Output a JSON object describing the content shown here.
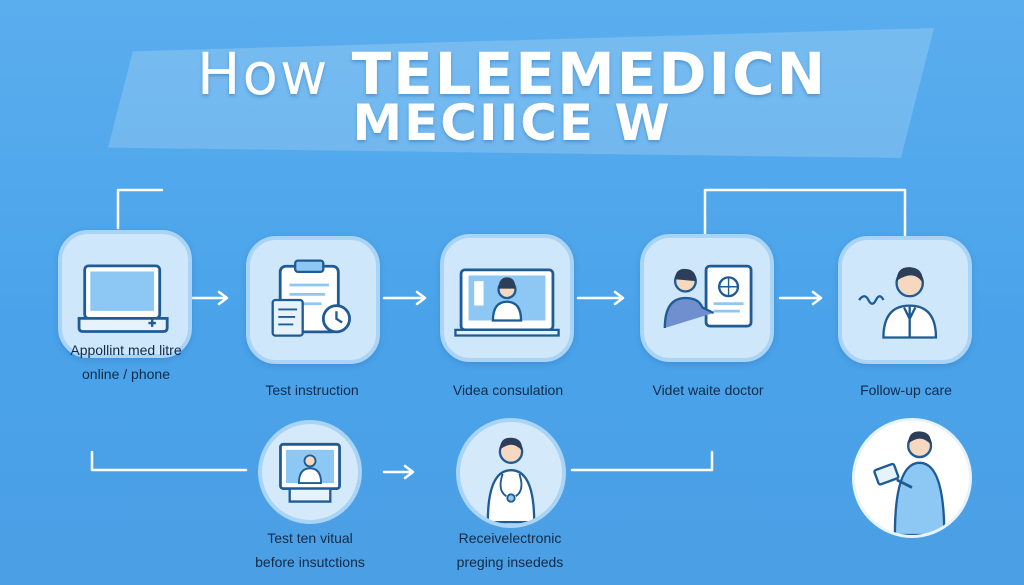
{
  "title": {
    "line1_prefix": "How",
    "line1_main": "TELEEMEDICN",
    "line2": "MECIICE W"
  },
  "steps": [
    {
      "label_line1": "Appollint med litre",
      "label_line2": "online / phone",
      "icon": "laptop-icon"
    },
    {
      "label_line1": "Test instruction",
      "icon": "clipboard-icon"
    },
    {
      "label_line1": "Videa consulation",
      "icon": "video-call-icon"
    },
    {
      "label_line1": "Videt waite doctor",
      "icon": "patient-document-icon"
    },
    {
      "label_line1": "Follow-up care",
      "icon": "doctor-icon"
    }
  ],
  "bottom_steps": [
    {
      "label_line1": "Test ten vitual",
      "label_line2": "before insutctions",
      "icon": "monitor-doctor-icon"
    },
    {
      "label_line1": "Receivelectronic",
      "label_line2": "preging insededs",
      "icon": "doctor-stethoscope-icon"
    },
    {
      "icon": "doctor-tablet-icon"
    }
  ],
  "colors": {
    "background": "#4aa3ea",
    "card": "#cfe7fa",
    "icon_stroke": "#1f5b94",
    "label_text": "#0f2b4a"
  }
}
